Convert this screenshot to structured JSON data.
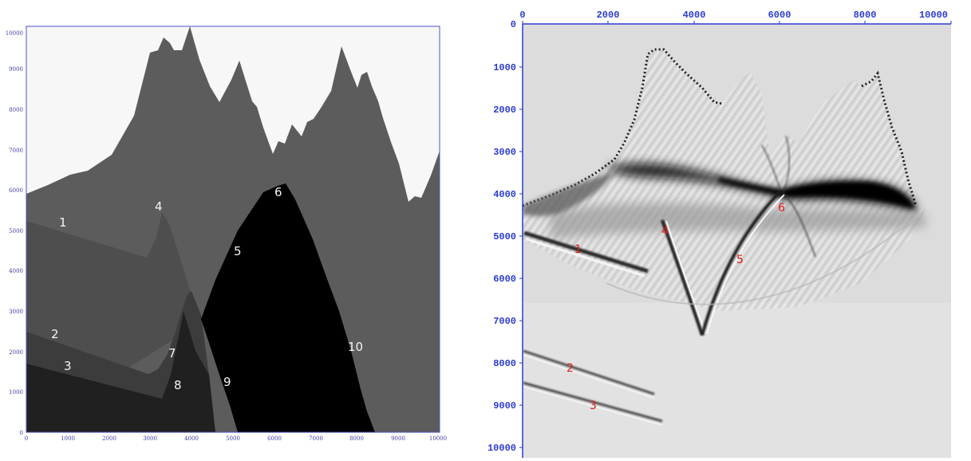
{
  "left_model": {
    "x_ticks": [
      "0",
      "1000",
      "2000",
      "3000",
      "4000",
      "5000",
      "6000",
      "7000",
      "8000",
      "9000",
      "10000"
    ],
    "y_ticks": [
      "0",
      "1000",
      "2000",
      "3000",
      "4000",
      "5000",
      "6000",
      "7000",
      "8000",
      "9000",
      "10000"
    ],
    "labels": [
      "1",
      "2",
      "3",
      "4",
      "5",
      "6",
      "7",
      "8",
      "9",
      "10"
    ],
    "colors": {
      "background": "#f7f7f7",
      "topLayer": "#5c5c5c",
      "layer1": "#4e4e4e",
      "layer2": "#3c3c3c",
      "layer3": "#202020",
      "salt": "#000000",
      "frame": "#4b55c8"
    }
  },
  "right_image": {
    "x_ticks": [
      "0",
      "2000",
      "4000",
      "6000",
      "8000",
      "10000"
    ],
    "y_ticks": [
      "0",
      "1000",
      "2000",
      "3000",
      "4000",
      "5000",
      "6000",
      "7000",
      "8000",
      "9000",
      "10000"
    ],
    "labels": [
      "1",
      "2",
      "3",
      "4",
      "5",
      "6"
    ],
    "colors": {
      "background": "#dcdcdc",
      "axis": "#2b3bd0",
      "label": "#e01818"
    }
  }
}
